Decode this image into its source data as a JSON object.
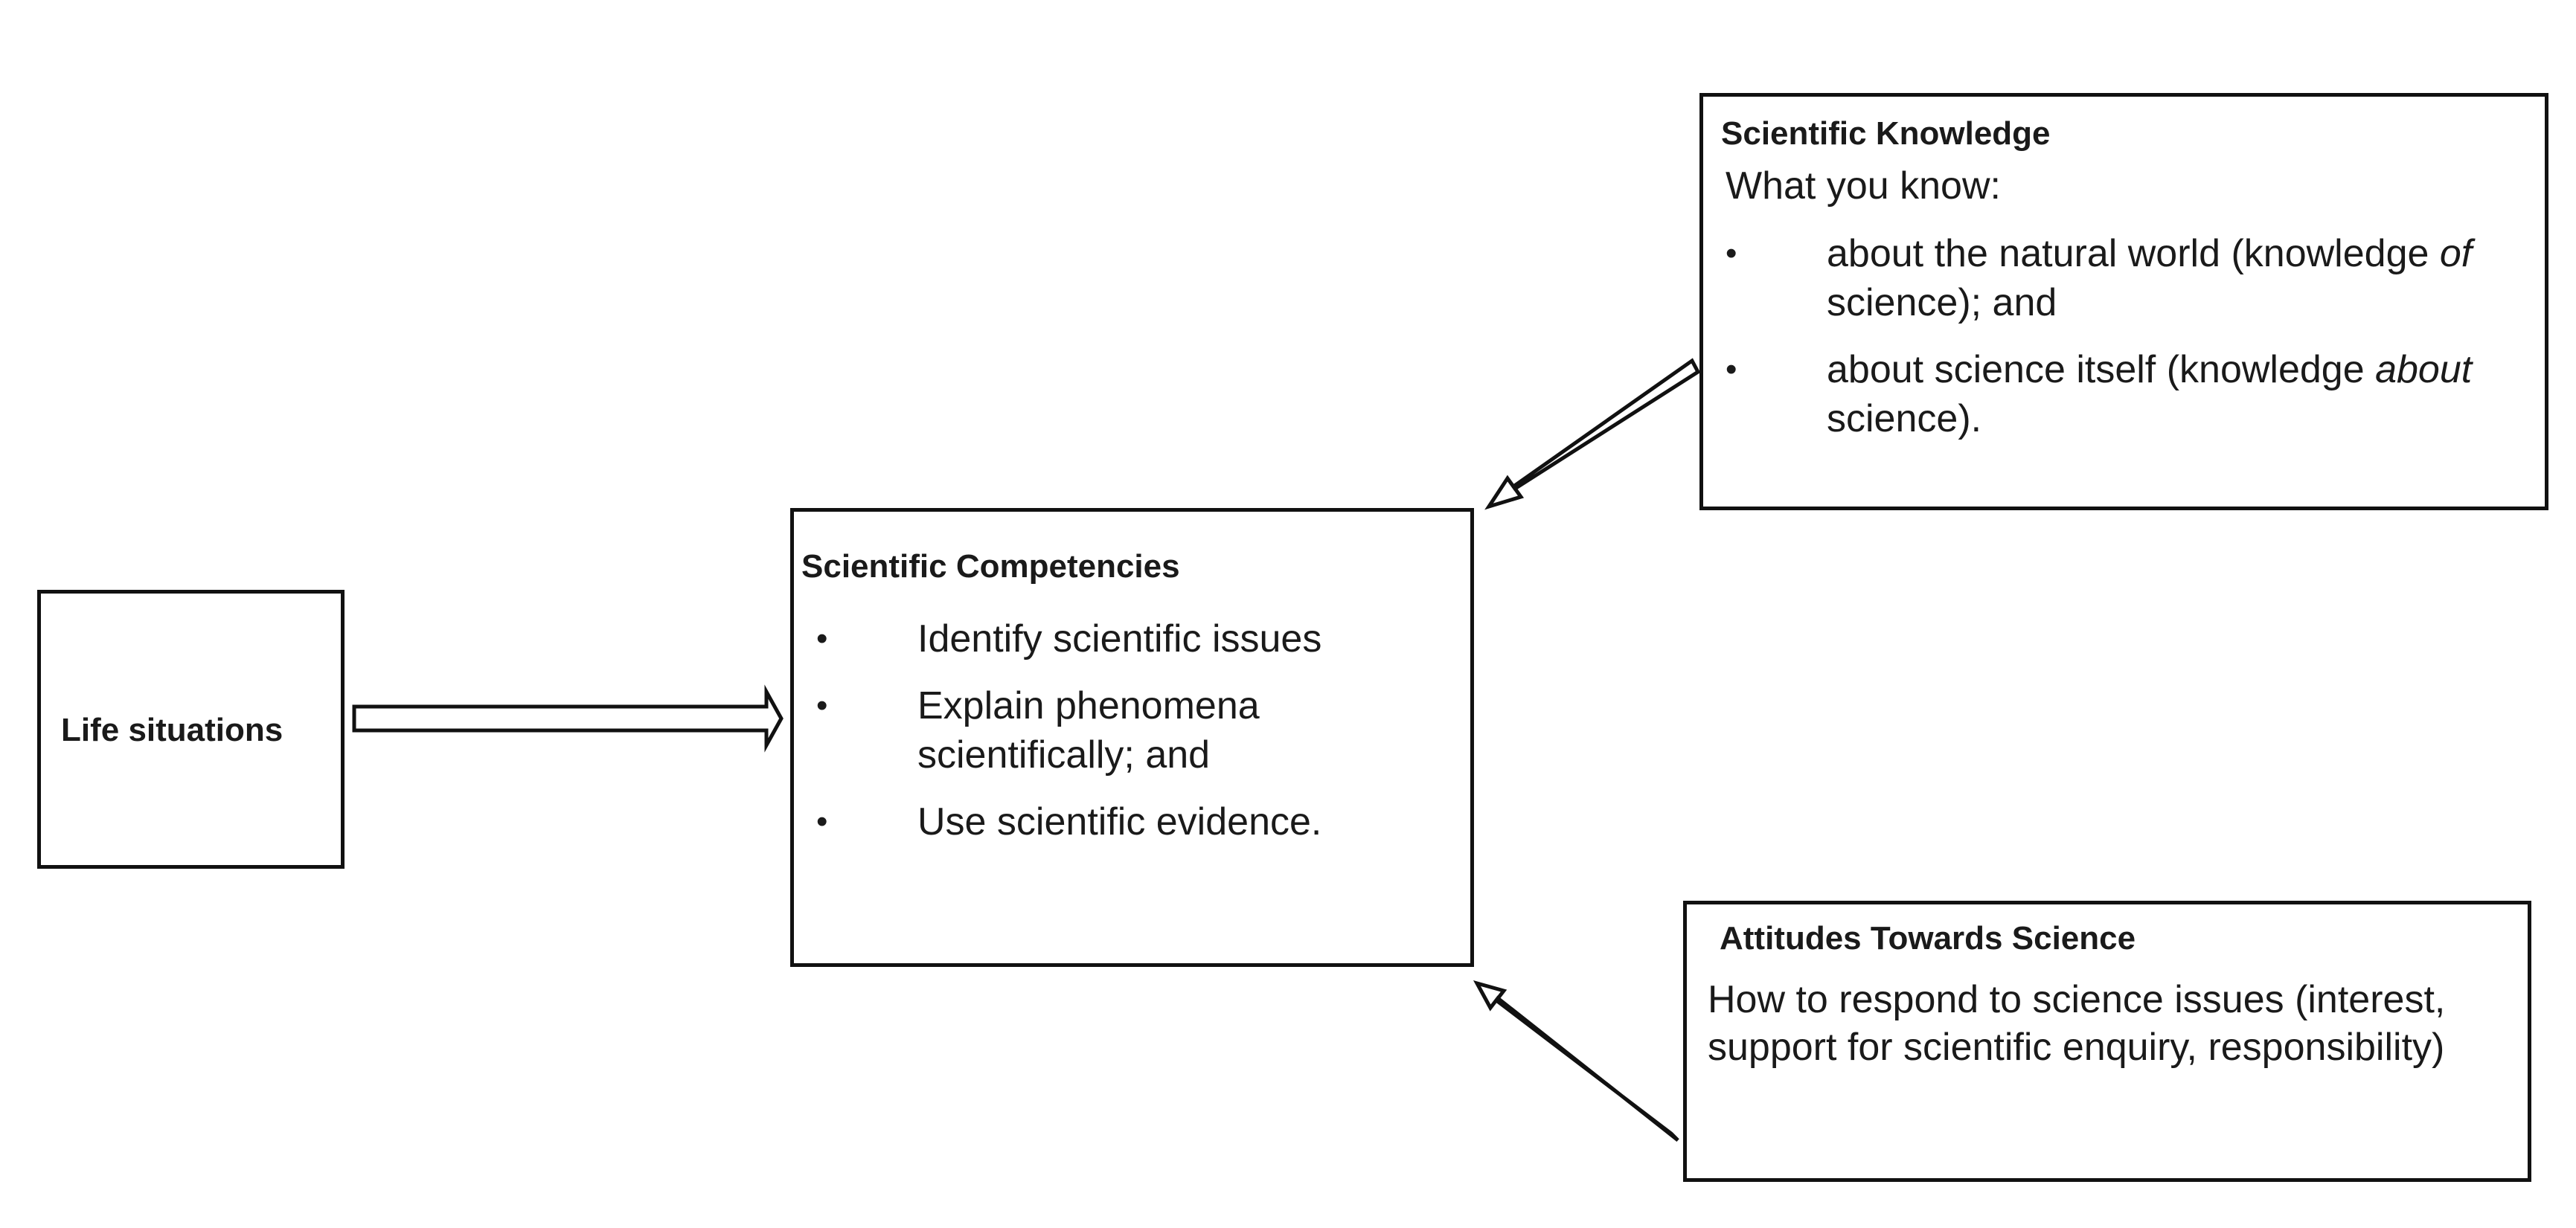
{
  "life_situations": {
    "title": "Life situations"
  },
  "competencies": {
    "title": "Scientific Competencies",
    "bullet": "•",
    "items": [
      "Identify scientific issues",
      "Explain phenomena scientifically; and",
      "Use scientific evidence."
    ]
  },
  "knowledge": {
    "title": "Scientific Knowledge",
    "lead": "What you know:",
    "bullet": "•",
    "item1": {
      "pre": "about the natural world (knowledge ",
      "em": "of",
      "post": " science); and"
    },
    "item2": {
      "pre": "about science itself (knowledge ",
      "em": "about",
      "post": " science)."
    }
  },
  "attitudes": {
    "title": "Attitudes Towards Science",
    "text": "How to respond to science issues (interest, support for scientific enquiry, responsibility)"
  },
  "colors": {
    "stroke": "#111111",
    "background": "#ffffff"
  }
}
